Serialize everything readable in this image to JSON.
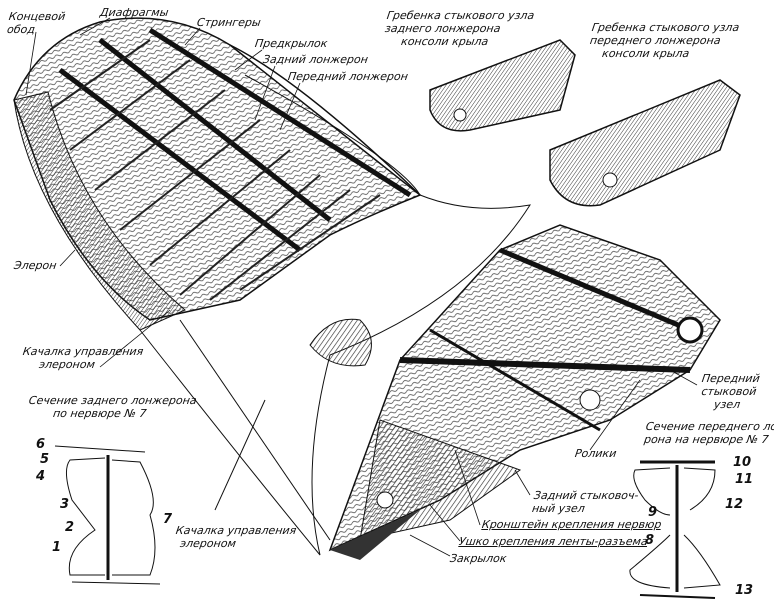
{
  "labels": {
    "tip_rim": [
      "Концевой",
      "обод"
    ],
    "diaphragms": "Диафрагмы",
    "stringers": "Стрингеры",
    "slat": "Предкрылок",
    "rear_spar": "Задний лонжерон",
    "front_spar": "Передний лонжерон",
    "rear_comb": [
      "Гребенка стыкового узла",
      "заднего лонжерона",
      "консоли крыла"
    ],
    "front_comb": [
      "Гребенка стыкового узла",
      "переднего лонжерона",
      "консоли крыла"
    ],
    "aileron": "Элерон",
    "aileron_rocker_1": [
      "Качалка управления",
      "элероном"
    ],
    "rear_section_title": [
      "Сечение заднего лонжерона",
      "по нервюре № 7"
    ],
    "aileron_rocker_2": [
      "Качалка управления",
      "элероном"
    ],
    "front_joint": [
      "Передний",
      "стыковой",
      "узел"
    ],
    "front_section_title": [
      "Сечение переднего лонже-",
      "рона на нервюре № 7"
    ],
    "rollers": "Ролики",
    "rear_joint": [
      "Задний стыковоч-",
      "ный узел"
    ],
    "rib_bracket": "Кронштейн крепления нервюр",
    "tape_lug": "Ушко крепления ленты-разъема",
    "flap": "Закрылок"
  },
  "rear_section_numbers": [
    "1",
    "2",
    "3",
    "4",
    "5",
    "6",
    "7"
  ],
  "front_section_numbers": [
    "8",
    "9",
    "10",
    "11",
    "12",
    "13"
  ]
}
